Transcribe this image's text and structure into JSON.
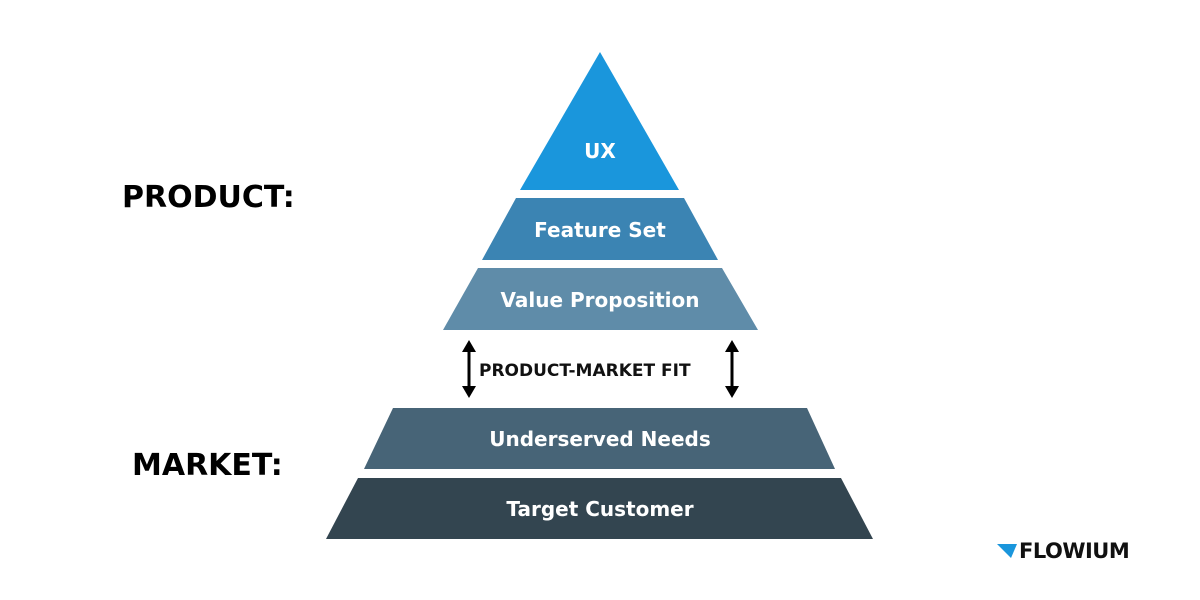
{
  "labels": {
    "product": "PRODUCT:",
    "market": "MARKET:",
    "fit": "PRODUCT-MARKET FIT"
  },
  "layers": [
    {
      "label": "UX",
      "color": "#1a96dc"
    },
    {
      "label": "Feature Set",
      "color": "#3b84b3"
    },
    {
      "label": "Value  Proposition",
      "color": "#5f8ca9"
    },
    {
      "label": "Underserved  Needs",
      "color": "#476477"
    },
    {
      "label": "Target Customer",
      "color": "#334550"
    }
  ],
  "logo": {
    "text": "FLOWIUM",
    "accent": "#1a96dc"
  }
}
